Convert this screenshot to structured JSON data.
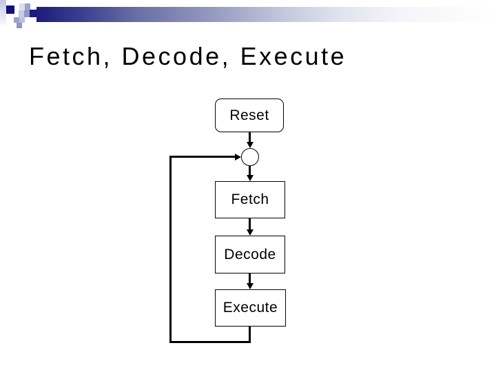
{
  "slide": {
    "title": "Fetch, Decode, Execute",
    "background": "#ffffff"
  },
  "decoration": {
    "bar_colors": {
      "start": "#1d1d7c",
      "middle": "#9499c0",
      "end": "#ffffff"
    },
    "strip_colors": {
      "top": "#c2c7e1",
      "bottom": "#fafbfe"
    },
    "squares": [
      {
        "name": "navy-square",
        "color": "#10107e"
      },
      {
        "name": "pale-square",
        "color": "#d9ddf0"
      },
      {
        "name": "mid-blue-square",
        "color": "#9aa2cc"
      },
      {
        "name": "light-square",
        "color": "#c6cbe6"
      },
      {
        "name": "slate-square",
        "color": "#8f97c4"
      },
      {
        "name": "dark-navy-square",
        "color": "#1b1b7e"
      },
      {
        "name": "lavender-square",
        "color": "#9aa1ca"
      },
      {
        "name": "soft-blue-square",
        "color": "#bbc1df"
      },
      {
        "name": "periwinkle-square",
        "color": "#9097c3"
      }
    ]
  },
  "flowchart": {
    "line_color": "#000000",
    "node_fill": "#ffffff",
    "nodes": {
      "reset": {
        "label": "Reset",
        "shape": "rounded-rect"
      },
      "junction": {
        "label": "",
        "shape": "circle"
      },
      "fetch": {
        "label": "Fetch",
        "shape": "rect"
      },
      "decode": {
        "label": "Decode",
        "shape": "rect"
      },
      "execute": {
        "label": "Execute",
        "shape": "rect"
      }
    },
    "edges": [
      "reset -> junction",
      "junction -> fetch",
      "fetch -> decode",
      "decode -> execute",
      "execute -> junction (feedback loop, left side)"
    ]
  }
}
